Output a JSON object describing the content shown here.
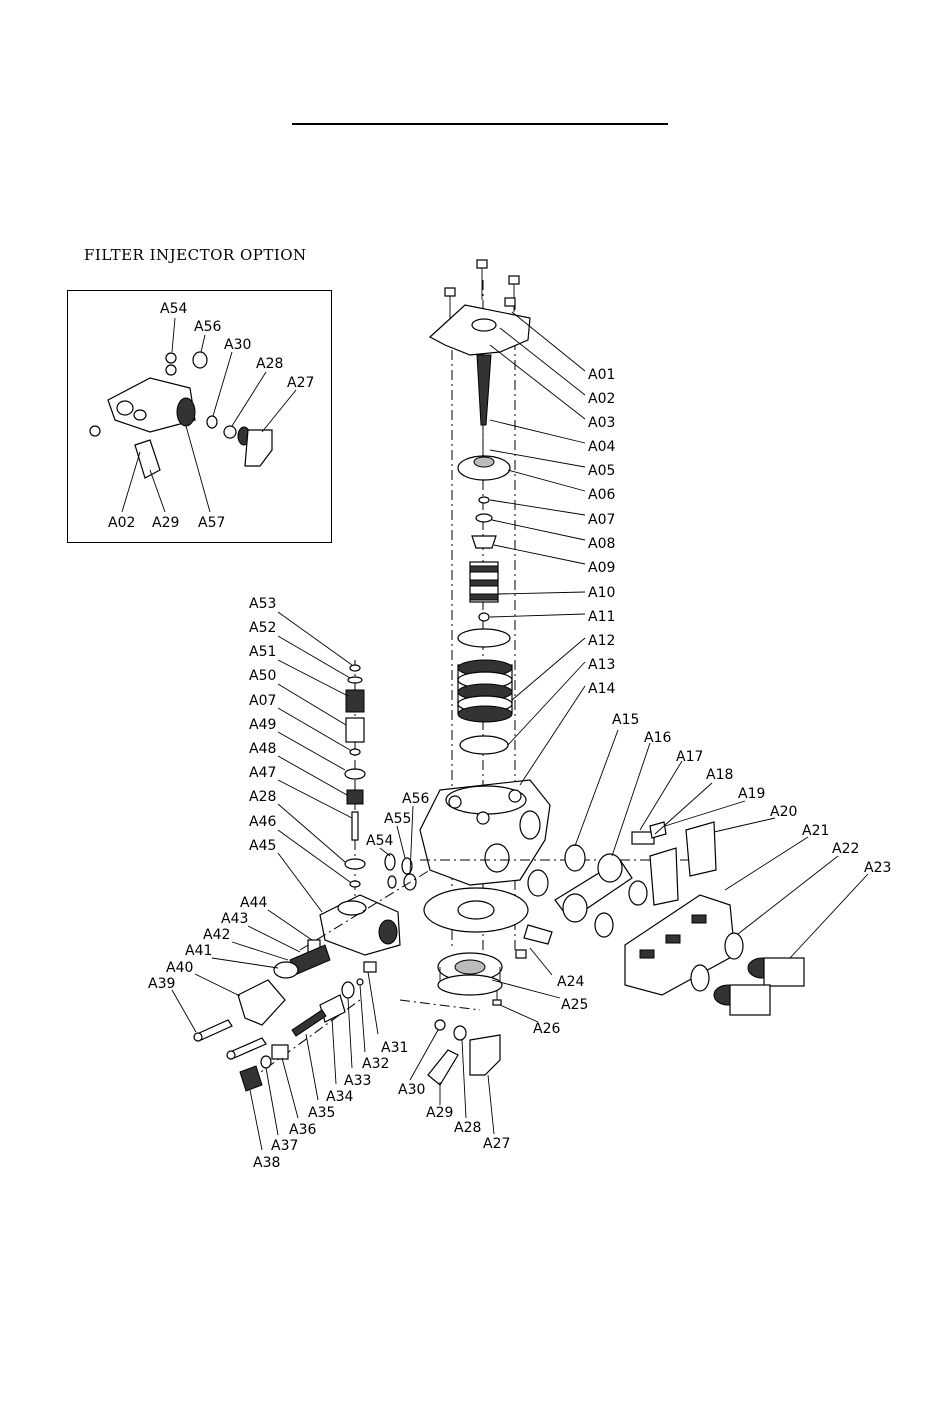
{
  "inset": {
    "title": "FILTER INJECTOR OPTION"
  },
  "callouts": {
    "inset": [
      "A54",
      "A56",
      "A30",
      "A28",
      "A27",
      "A02",
      "A29",
      "A57"
    ],
    "right": [
      "A01",
      "A02",
      "A03",
      "A04",
      "A05",
      "A06",
      "A07",
      "A08",
      "A09",
      "A10",
      "A11",
      "A12",
      "A13",
      "A14"
    ],
    "diagonal": [
      "A15",
      "A16",
      "A17",
      "A18",
      "A19",
      "A20",
      "A21",
      "A22",
      "A23"
    ],
    "left": [
      "A53",
      "A52",
      "A51",
      "A50",
      "A07",
      "A49",
      "A48",
      "A47",
      "A28",
      "A46",
      "A45"
    ],
    "middle": [
      "A56",
      "A55",
      "A54"
    ],
    "bottom_left": [
      "A44",
      "A43",
      "A42",
      "A41",
      "A40",
      "A39"
    ],
    "bottom_chain": [
      "A31",
      "A32",
      "A33",
      "A34",
      "A35",
      "A36",
      "A37",
      "A38"
    ],
    "bottom_center": [
      "A24",
      "A25",
      "A26",
      "A30",
      "A29",
      "A28",
      "A27"
    ]
  }
}
